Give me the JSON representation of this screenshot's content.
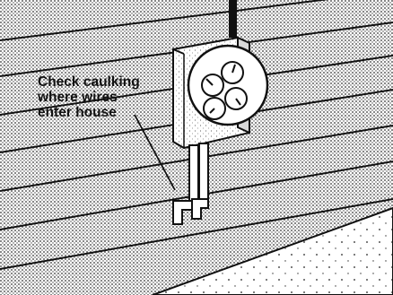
{
  "illustration": {
    "callout_lines": [
      "Check caulking",
      "where wires",
      "enter house"
    ],
    "ink_color": "#111111",
    "paper_color": "#ffffff",
    "shade_color": "#c9c9c9"
  }
}
